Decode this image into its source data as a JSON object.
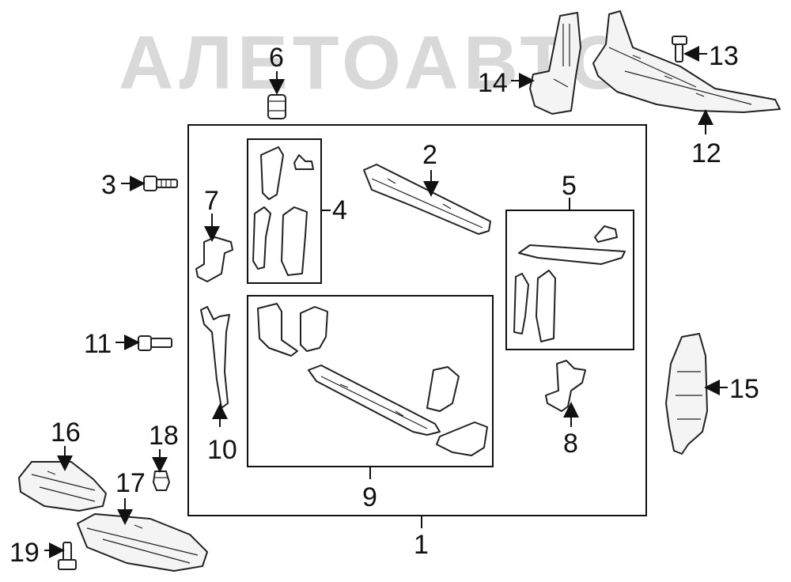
{
  "watermark": {
    "text": "АЛЕТОАВТО"
  },
  "callouts": {
    "c1": "1",
    "c2": "2",
    "c3": "3",
    "c4": "4",
    "c5": "5",
    "c6": "6",
    "c7": "7",
    "c8": "8",
    "c9": "9",
    "c10": "10",
    "c11": "11",
    "c12": "12",
    "c13": "13",
    "c14": "14",
    "c15": "15",
    "c16": "16",
    "c17": "17",
    "c18": "18",
    "c19": "19"
  },
  "icons": {
    "bolt": "bolt-icon",
    "clip": "clip-icon",
    "bracket": "bracket-icon",
    "panel": "panel-icon",
    "cover": "cover-icon",
    "duct": "duct-icon"
  }
}
